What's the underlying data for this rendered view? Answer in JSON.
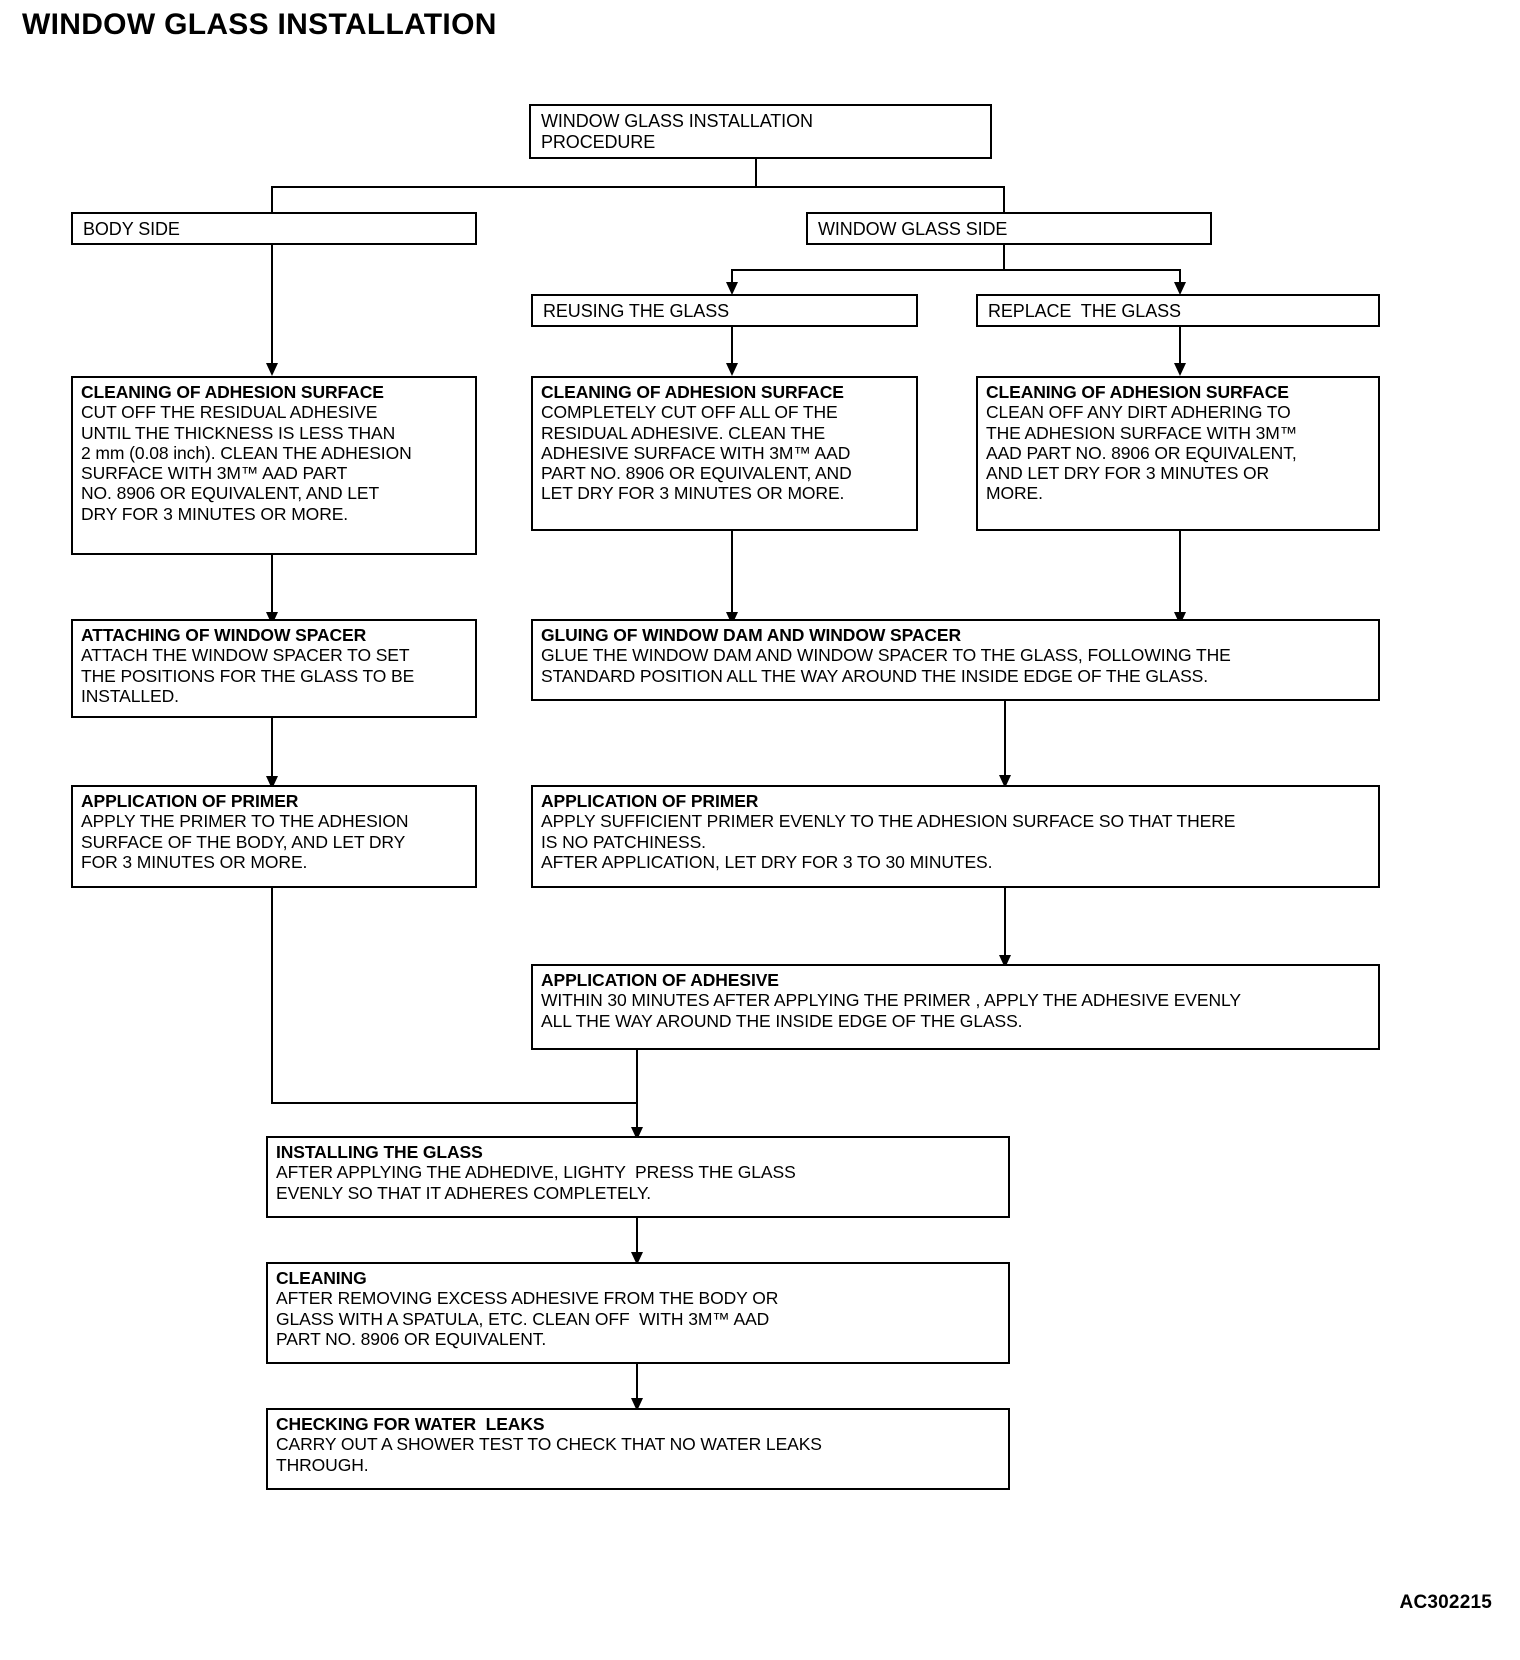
{
  "page": {
    "title": "WINDOW GLASS INSTALLATION",
    "reference_code": "AC302215"
  },
  "nodes": {
    "root": {
      "title": "WINDOW GLASS INSTALLATION\nPROCEDURE",
      "body": ""
    },
    "body_side": {
      "title": "BODY SIDE",
      "body": ""
    },
    "glass_side": {
      "title": "WINDOW GLASS SIDE",
      "body": ""
    },
    "reusing": {
      "title": "REUSING THE GLASS",
      "body": ""
    },
    "replace": {
      "title": "REPLACE  THE GLASS",
      "body": ""
    },
    "clean_body": {
      "title": "CLEANING OF ADHESION SURFACE",
      "body": "CUT OFF THE RESIDUAL ADHESIVE\nUNTIL THE THICKNESS IS LESS THAN\n2 mm (0.08 inch). CLEAN THE ADHESION\nSURFACE WITH 3M™ AAD PART\nNO. 8906 OR EQUIVALENT, AND LET\nDRY FOR 3 MINUTES OR MORE."
    },
    "clean_reuse": {
      "title": "CLEANING OF ADHESION SURFACE",
      "body": "COMPLETELY CUT OFF ALL OF THE\nRESIDUAL ADHESIVE. CLEAN THE\nADHESIVE SURFACE WITH 3M™ AAD\nPART NO. 8906 OR EQUIVALENT, AND\nLET DRY FOR 3 MINUTES OR MORE."
    },
    "clean_replace": {
      "title": "CLEANING OF ADHESION SURFACE",
      "body": "CLEAN OFF ANY DIRT ADHERING TO\nTHE ADHESION SURFACE WITH 3M™\nAAD PART NO. 8906 OR EQUIVALENT,\nAND LET DRY FOR 3 MINUTES OR\nMORE."
    },
    "attach_spacer": {
      "title": "ATTACHING OF WINDOW SPACER",
      "body": "ATTACH THE WINDOW SPACER TO SET\nTHE POSITIONS FOR THE GLASS TO BE\nINSTALLED."
    },
    "gluing": {
      "title": "GLUING OF WINDOW DAM AND WINDOW SPACER",
      "body": "GLUE THE WINDOW DAM AND WINDOW SPACER TO THE GLASS, FOLLOWING THE\nSTANDARD POSITION ALL THE WAY AROUND THE INSIDE EDGE OF THE GLASS."
    },
    "primer_body": {
      "title": "APPLICATION OF PRIMER",
      "body": "APPLY THE PRIMER TO THE ADHESION\nSURFACE OF THE BODY, AND LET DRY\nFOR 3 MINUTES OR MORE."
    },
    "primer_glass": {
      "title": "APPLICATION OF PRIMER",
      "body": "APPLY SUFFICIENT PRIMER EVENLY TO THE ADHESION SURFACE SO THAT THERE\nIS NO PATCHINESS.\nAFTER APPLICATION, LET DRY FOR 3 TO 30 MINUTES."
    },
    "adhesive": {
      "title": "APPLICATION OF ADHESIVE",
      "body": "WITHIN 30 MINUTES AFTER APPLYING THE PRIMER , APPLY THE ADHESIVE EVENLY\nALL THE WAY AROUND THE INSIDE EDGE OF THE GLASS."
    },
    "installing": {
      "title": "INSTALLING THE GLASS",
      "body": "AFTER APPLYING THE ADHEDIVE, LIGHTY  PRESS THE GLASS\nEVENLY SO THAT IT ADHERES COMPLETELY."
    },
    "cleaning": {
      "title": "CLEANING",
      "body": "AFTER REMOVING EXCESS ADHESIVE FROM THE BODY OR\nGLASS WITH A SPATULA, ETC. CLEAN OFF  WITH 3M™ AAD\nPART NO. 8906 OR EQUIVALENT."
    },
    "water_leaks": {
      "title": "CHECKING FOR WATER  LEAKS",
      "body": "CARRY OUT A SHOWER TEST TO CHECK THAT NO WATER LEAKS\nTHROUGH."
    }
  }
}
